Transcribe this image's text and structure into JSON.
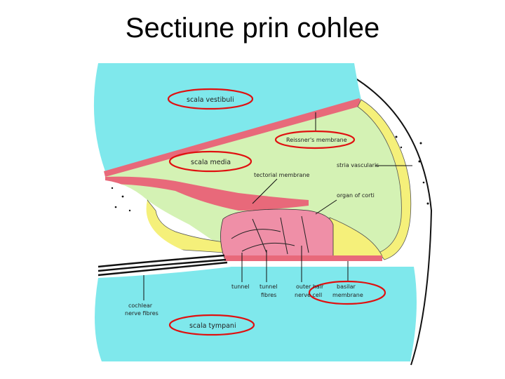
{
  "title": "Sectiune prin cohlee",
  "labels": {
    "scala_vestibuli": "scala vestibuli",
    "reissners_membrane": "Reissner's membrane",
    "scala_media": "scala media",
    "stria_vascularis": "stria vascularis",
    "tectorial_membrane": "tectorial membrane",
    "organ_of_corti": "organ of corti",
    "tunnel": "tunnel",
    "tunnel_fibres_1": "tunnel",
    "tunnel_fibres_2": "fibres",
    "outer_hair_1": "outer hair",
    "outer_hair_2": "nerve cell",
    "basilar_1": "basilar",
    "basilar_2": "membrane",
    "cochlear_1": "cochlear",
    "cochlear_2": "nerve fibres",
    "scala_tympani": "scala tympani"
  },
  "colors": {
    "scala_fluid": "#7fe8ec",
    "scala_media": "#d4f2b4",
    "membrane": "#e8697a",
    "corti": "#ef8fa7",
    "cells": "#f5f07a",
    "highlight_oval": "#e01010"
  }
}
